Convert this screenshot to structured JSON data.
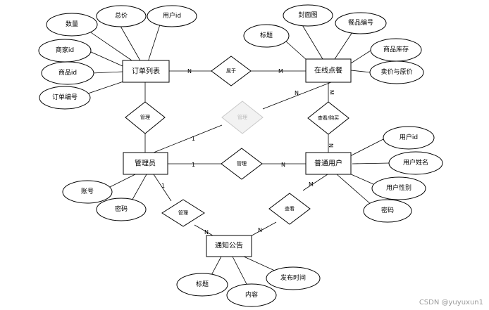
{
  "entities": {
    "order_list": "订单列表",
    "online_meal": "在线点餐",
    "admin": "管理员",
    "normal_user": "普通用户",
    "notice": "通知公告"
  },
  "attributes": {
    "qty": "数量",
    "total": "总价",
    "user_id_order": "用户id",
    "merchant_id": "商家id",
    "product_id": "商品id",
    "order_no": "订单编号",
    "cover": "封面图",
    "meal_no": "餐品编号",
    "title_meal": "标题",
    "stock": "商品库存",
    "price": "卖价与原价",
    "account": "账号",
    "admin_pwd": "密码",
    "user_id": "用户id",
    "user_name": "用户姓名",
    "user_gender": "用户性别",
    "user_pwd": "密码",
    "notice_title": "标题",
    "notice_content": "内容",
    "publish_time": "发布时间"
  },
  "relations": {
    "belongs": "属于",
    "manage_meal": "管理",
    "view_buy": "查看/购买",
    "manage_order": "管理",
    "manage_user": "管理",
    "manage_notice": "管理",
    "view_notice": "查看"
  },
  "cardinalities": {
    "belongs_order": "N",
    "belongs_meal": "M",
    "meal_admin_meal": "N",
    "meal_admin_admin": "1",
    "view_buy_meal": "M",
    "view_buy_user": "N",
    "admin_user_admin": "1",
    "admin_user_user": "N",
    "admin_notice_admin": "1",
    "admin_notice_notice": "N",
    "user_notice_user": "M",
    "user_notice_notice": "N"
  },
  "watermark": "CSDN @yuyuxun1"
}
